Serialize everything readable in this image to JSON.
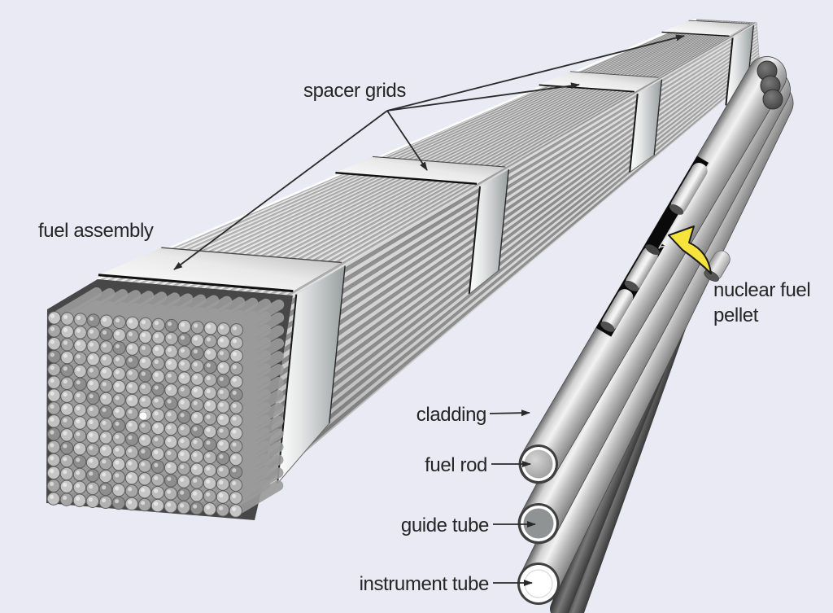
{
  "diagram": {
    "background_color": "#eaeaf5",
    "labels": {
      "spacer_grids": "spacer grids",
      "fuel_assembly": "fuel assembly",
      "nuclear_fuel_pellet": "nuclear fuel pellet",
      "cladding": "cladding",
      "fuel_rod": "fuel rod",
      "guide_tube": "guide tube",
      "instrument_tube": "instrument tube"
    },
    "colors": {
      "label_text": "#252525",
      "leader_line": "#2a2a2a",
      "pellet_arrow_yellow": "#f6e33c",
      "metal_highlight": "#ffffff",
      "metal_mid": "#b8b8b8",
      "metal_shadow": "#5a5a5a",
      "rod_gap_dark": "#474747",
      "cutaway_black": "#0a0a0a"
    }
  }
}
